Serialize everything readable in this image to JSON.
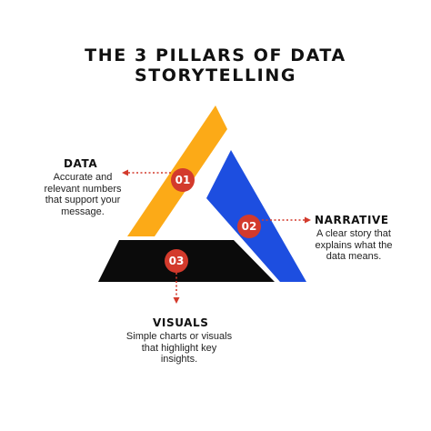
{
  "title": {
    "line1": "THE 3 PILLARS OF DATA",
    "line2": "STORYTELLING"
  },
  "pillars": [
    {
      "number": "01",
      "heading": "DATA",
      "description_lines": [
        "Accurate and",
        "relevant numbers",
        "that support your",
        "message."
      ],
      "color": "#fcaa17"
    },
    {
      "number": "02",
      "heading": "NARRATIVE",
      "description_lines": [
        "A clear story that",
        "explains what the",
        "data means."
      ],
      "color": "#1d4ee0"
    },
    {
      "number": "03",
      "heading": "VISUALS",
      "description_lines": [
        "Simple charts or visuals",
        "that highlight key",
        "insights."
      ],
      "color": "#0b0b0b"
    }
  ],
  "colors": {
    "badge": "#d33a2c",
    "arrow": "#d33a2c",
    "text": "#111111"
  }
}
